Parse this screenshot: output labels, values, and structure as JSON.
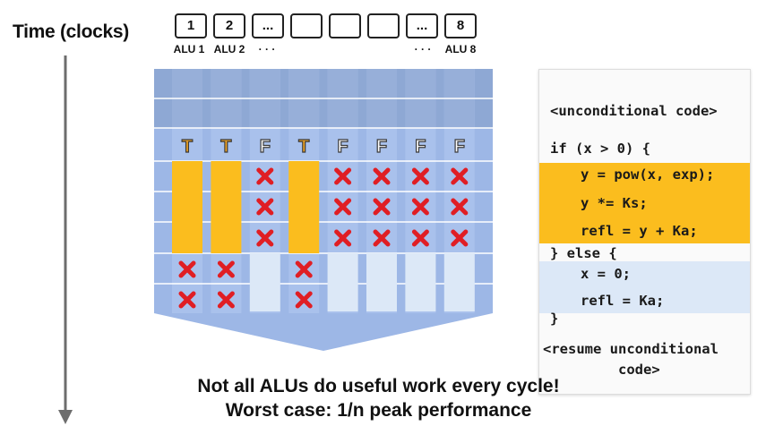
{
  "time_label": "Time (clocks)",
  "alu_boxes": [
    "1",
    "2",
    "...",
    "",
    "",
    "",
    "...",
    "8"
  ],
  "alu_captions": [
    "ALU 1",
    "ALU 2",
    "· · ·",
    "· · ·",
    "ALU 8"
  ],
  "condition_results": [
    "T",
    "T",
    "F",
    "T",
    "F",
    "F",
    "F",
    "F"
  ],
  "code_lines": [
    "<unconditional code>",
    "if (x > 0) {",
    "y = pow(x, exp);",
    "y *= Ks;",
    "refl = y + Ka;",
    "} else {",
    "x = 0;",
    "refl = Ka;",
    "}",
    "<resume unconditional",
    "code>"
  ],
  "caption_line1": "Not all ALUs do useful work every cycle!",
  "caption_line2": "Worst case: 1/n peak performance",
  "colors": {
    "lane_bg": "#9db7e6",
    "lane_shade": "#8ea8d4",
    "active_yellow": "#fbbd1e",
    "inactive_x": "#e01e24",
    "else_blue": "#dce8f7",
    "true_glyph": "#f5a623",
    "false_glyph": "#ffffff"
  }
}
